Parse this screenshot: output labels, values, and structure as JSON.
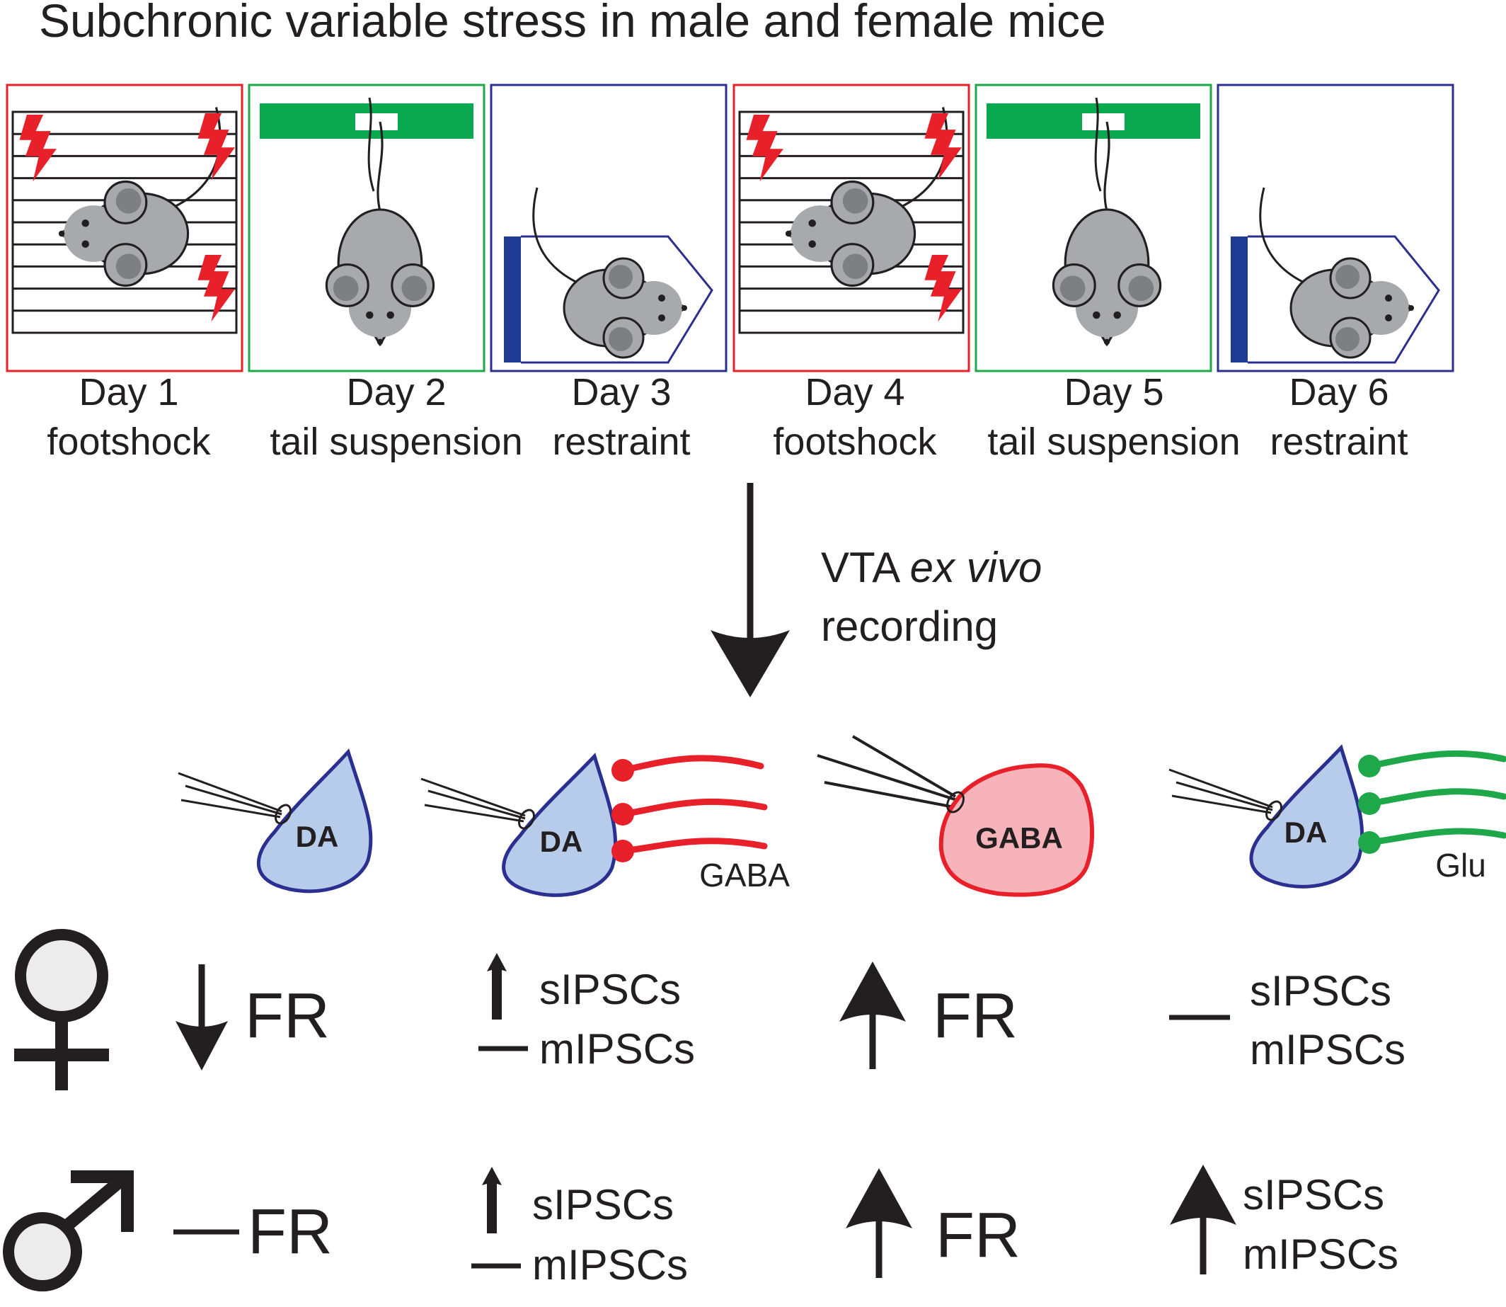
{
  "title": "Subchronic variable stress in male and female mice",
  "days": [
    {
      "day": "Day 1",
      "stress": "footshock",
      "kind": "footshock",
      "border": "#e8202a"
    },
    {
      "day": "Day 2",
      "stress": "tail suspension",
      "kind": "tail",
      "border": "#1fa84a"
    },
    {
      "day": "Day 3",
      "stress": "restraint",
      "kind": "restraint",
      "border": "#2b2f8f"
    },
    {
      "day": "Day 4",
      "stress": "footshock",
      "kind": "footshock",
      "border": "#e8202a"
    },
    {
      "day": "Day 5",
      "stress": "tail suspension",
      "kind": "tail",
      "border": "#1fa84a"
    },
    {
      "day": "Day 6",
      "stress": "restraint",
      "kind": "restraint",
      "border": "#2b2f8f"
    }
  ],
  "recording": {
    "line1_normal": "VTA ",
    "line1_italic": "ex vivo",
    "line2": "recording"
  },
  "cells": [
    {
      "label": "DA",
      "input": ""
    },
    {
      "label": "DA",
      "input": "GABA"
    },
    {
      "label": "GABA",
      "input": ""
    },
    {
      "label": "DA",
      "input": "Glu"
    }
  ],
  "results": {
    "female": {
      "symbol": "female-symbol",
      "da_fr": {
        "arrow": "down",
        "label": "FR"
      },
      "da_gaba": [
        {
          "arrow": "up-small",
          "label": "sIPSCs"
        },
        {
          "arrow": "dash",
          "label": "mIPSCs"
        }
      ],
      "gaba_fr": {
        "arrow": "up",
        "label": "FR"
      },
      "da_glu": [
        {
          "arrow": "dash",
          "label": "sIPSCs"
        },
        {
          "arrow": "",
          "label": "mIPSCs"
        }
      ]
    },
    "male": {
      "symbol": "male-symbol",
      "da_fr": {
        "arrow": "dash",
        "label": "FR"
      },
      "da_gaba": [
        {
          "arrow": "up-small",
          "label": "sIPSCs"
        },
        {
          "arrow": "dash",
          "label": "mIPSCs"
        }
      ],
      "gaba_fr": {
        "arrow": "up",
        "label": "FR"
      },
      "da_glu": [
        {
          "arrow": "up",
          "label": "sIPSCs"
        },
        {
          "arrow": "",
          "label": "mIPSCs"
        }
      ]
    }
  },
  "colors": {
    "text": "#231f20",
    "da_fill": "#b7cbea",
    "da_stroke": "#2b2f8f",
    "gaba_fill": "#f6b4ba",
    "gaba_stroke": "#e8202a",
    "glu": "#1fa84a",
    "shock": "#e8202a",
    "mouse_fill": "#a7a9ac",
    "bar_green": "#0aa84f",
    "restraint_blue": "#1f3a93"
  }
}
